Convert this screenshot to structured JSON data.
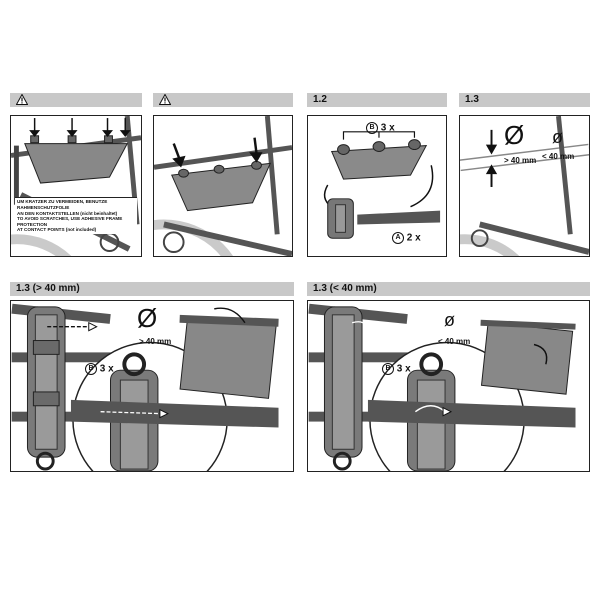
{
  "headers": {
    "h1": "",
    "h2": "",
    "h3": "1.2",
    "h4": "1.3",
    "h5": "1.3  (> 40 mm)",
    "h6": "1.3  (< 40 mm)"
  },
  "notice": {
    "line1": "UM KRATZER ZU VERMEIDEN, BENUTZE RAHMENSCHUTZFOLIE",
    "line2": "AN DEN KONTAKTSTELLEN (nicht beinhaltet)",
    "line3": "TO AVOID SCRATCHES, USE ADHESIVE FRAME PROTECTION",
    "line4": "AT CONTACT POINTS (not included)"
  },
  "panel3": {
    "b_letter": "B",
    "b_count": "3 x",
    "a_letter": "A",
    "a_count": "2 x"
  },
  "panel4": {
    "diameter_large": "Ø",
    "diameter_small": "ø",
    "gt_label": "> 40 mm",
    "lt_label": "< 40 mm"
  },
  "panel5": {
    "diameter": "Ø",
    "gt_label": "> 40 mm",
    "b_letter": "B",
    "b_count": "3 x"
  },
  "panel6": {
    "diameter": "ø",
    "lt_label": "< 40 mm",
    "b_letter": "B",
    "b_count": "3 x"
  },
  "icons": {
    "warning": "warning-triangle-icon",
    "arrow": "arrow-icon"
  }
}
